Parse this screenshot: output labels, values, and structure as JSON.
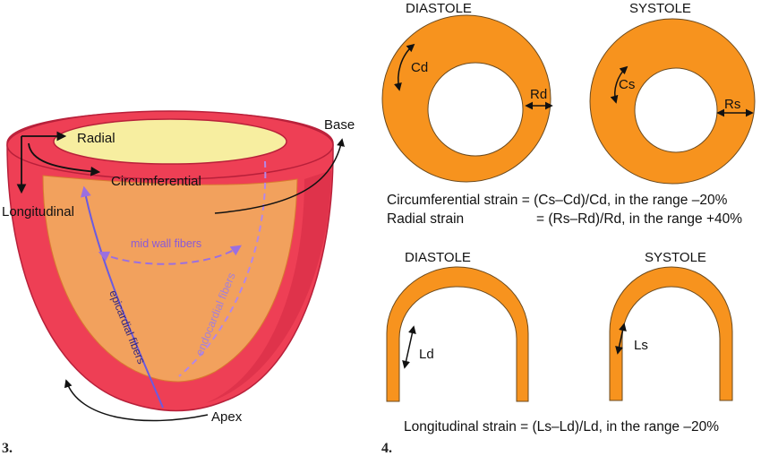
{
  "figure3": {
    "number": "3.",
    "labels": {
      "radial": "Radial",
      "circumferential": "Circumferential",
      "longitudinal": "Longitudinal",
      "base": "Base",
      "apex": "Apex",
      "mid_wall": "mid wall fibers",
      "epicardial": "epicardial fibers",
      "endocardial": "endocardial fibers"
    },
    "colors": {
      "wall": "#ee3f55",
      "wall_stroke": "#b8203a",
      "inner": "#f2a15d",
      "cavity": "#f7eea0",
      "epi_fiber": "#6b5be0",
      "endo_fiber": "#b487e8"
    }
  },
  "figure4": {
    "number": "4.",
    "rings": {
      "diastole_title": "DIASTOLE",
      "systole_title": "SYSTOLE",
      "cd": "Cd",
      "rd": "Rd",
      "cs": "Cs",
      "rs": "Rs"
    },
    "equations": {
      "circumferential": "Circumferential strain = (Cs–Cd)/Cd, in the range –20%",
      "radial_name": "Radial strain",
      "radial_value": "= (Rs–Rd)/Rd, in the range +40%",
      "longitudinal": "Longitudinal strain = (Ls–Ld)/Ld, in the range –20%"
    },
    "arches": {
      "diastole_title": "DIASTOLE",
      "systole_title": "SYSTOLE",
      "ld": "Ld",
      "ls": "Ls"
    },
    "colors": {
      "orange": "#f7931e",
      "stroke": "#6b4a1e"
    }
  }
}
